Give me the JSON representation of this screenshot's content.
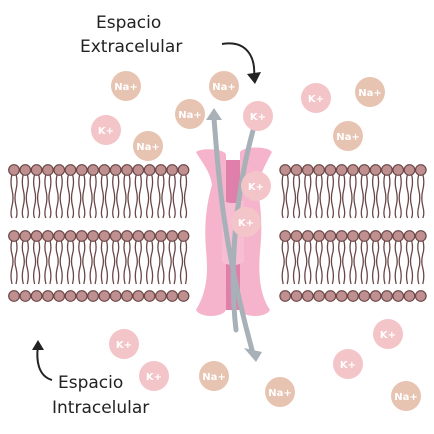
{
  "labels": {
    "extracellular_line1": "Espacio",
    "extracellular_line2": "Extracelular",
    "intracellular_line1": "Espacio",
    "intracellular_line2": "Intracelular"
  },
  "ions": {
    "sodium": {
      "label": "Na+",
      "color": "#e7c3b1"
    },
    "potassium": {
      "label": "K+",
      "color": "#f3c4c8"
    }
  },
  "colors": {
    "membrane_head": "#c08f8f",
    "membrane_tail": "#6a4747",
    "channel": "#f5b3cc",
    "channel_inner": "#d96a9c",
    "arrow": "#a8b0b8"
  }
}
